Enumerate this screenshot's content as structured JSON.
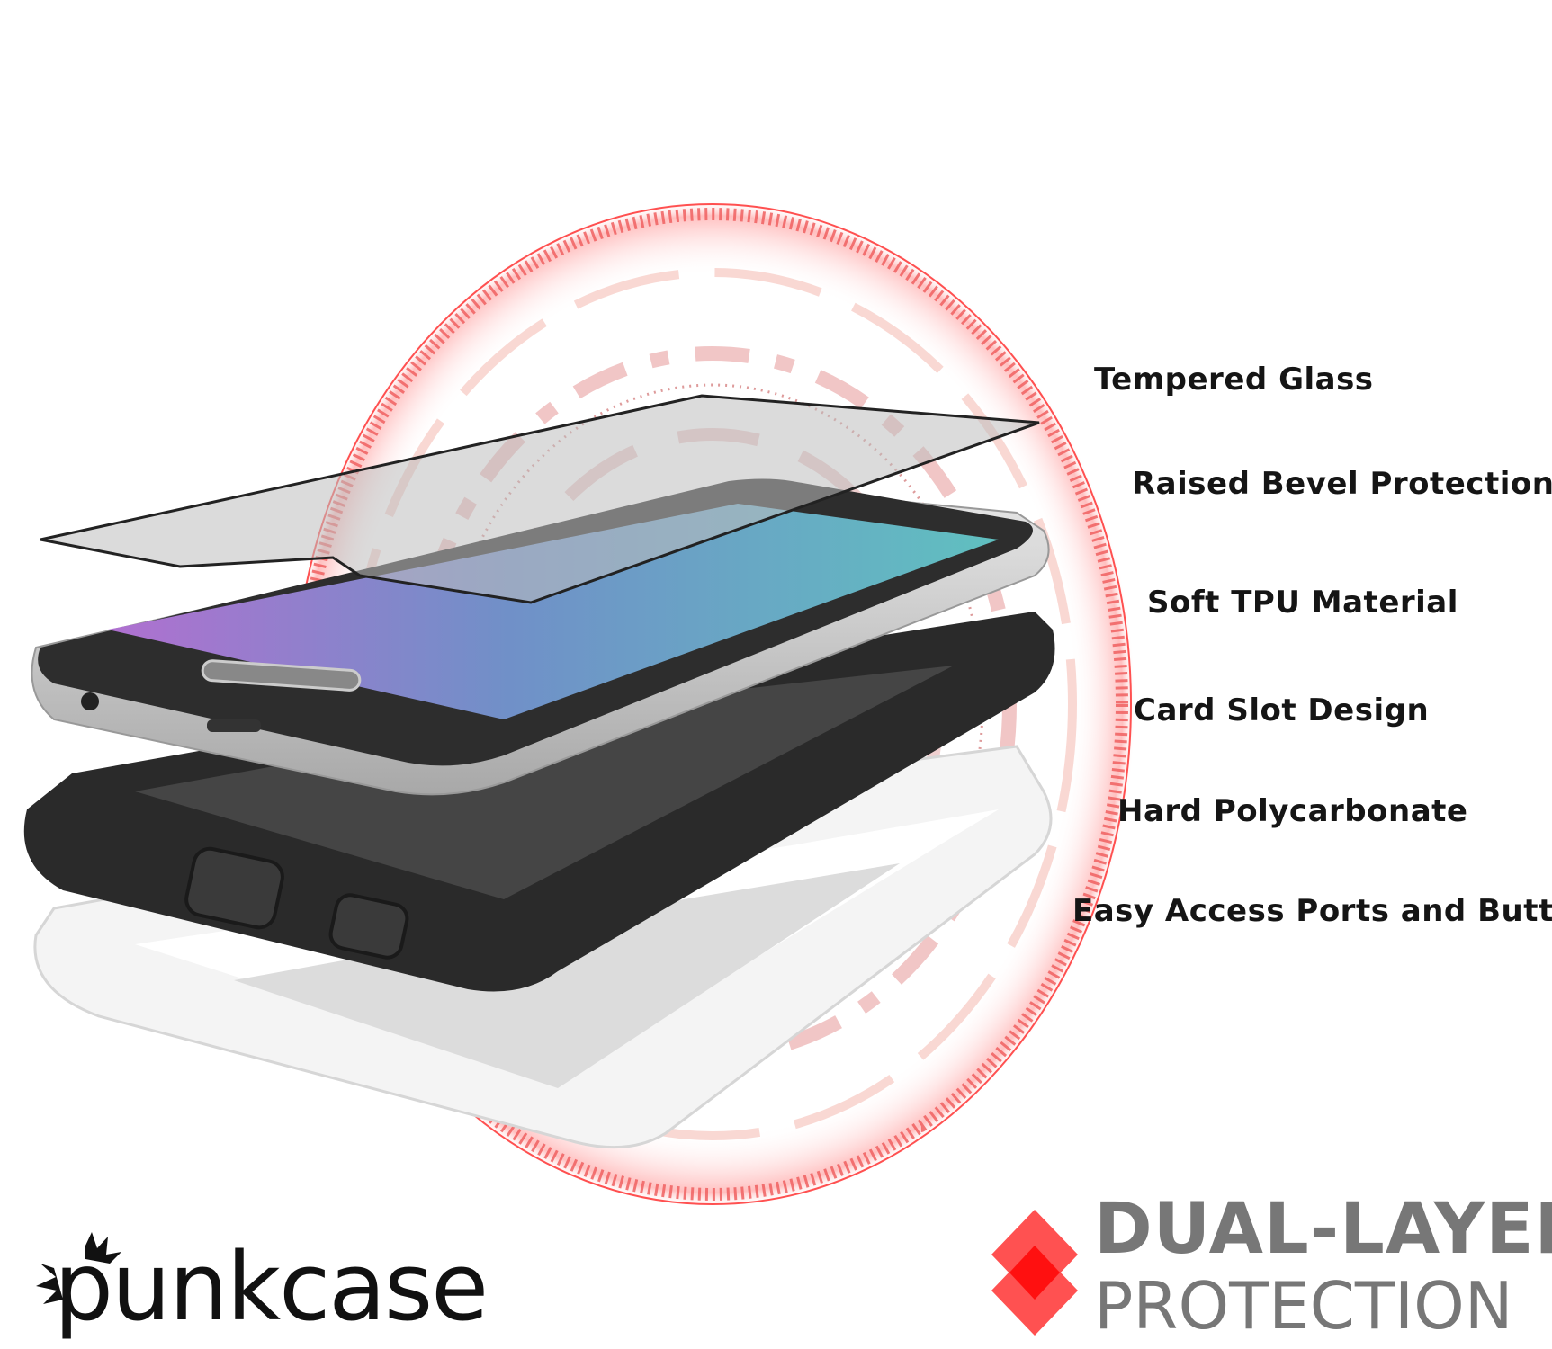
{
  "brand": {
    "logo_text": "punkcase"
  },
  "features": [
    "Tempered Glass",
    "Raised Bevel Protection",
    "Soft TPU Material",
    "Card Slot Design",
    "Hard Polycarbonate",
    "Easy Access Ports and Buttons"
  ],
  "headline": {
    "line1": "DUAL-LAYERED",
    "line2": "PROTECTION"
  },
  "colors": {
    "accent": "#ff2020",
    "headline": "#777777",
    "ring": "#f06060",
    "text": "#151515"
  }
}
